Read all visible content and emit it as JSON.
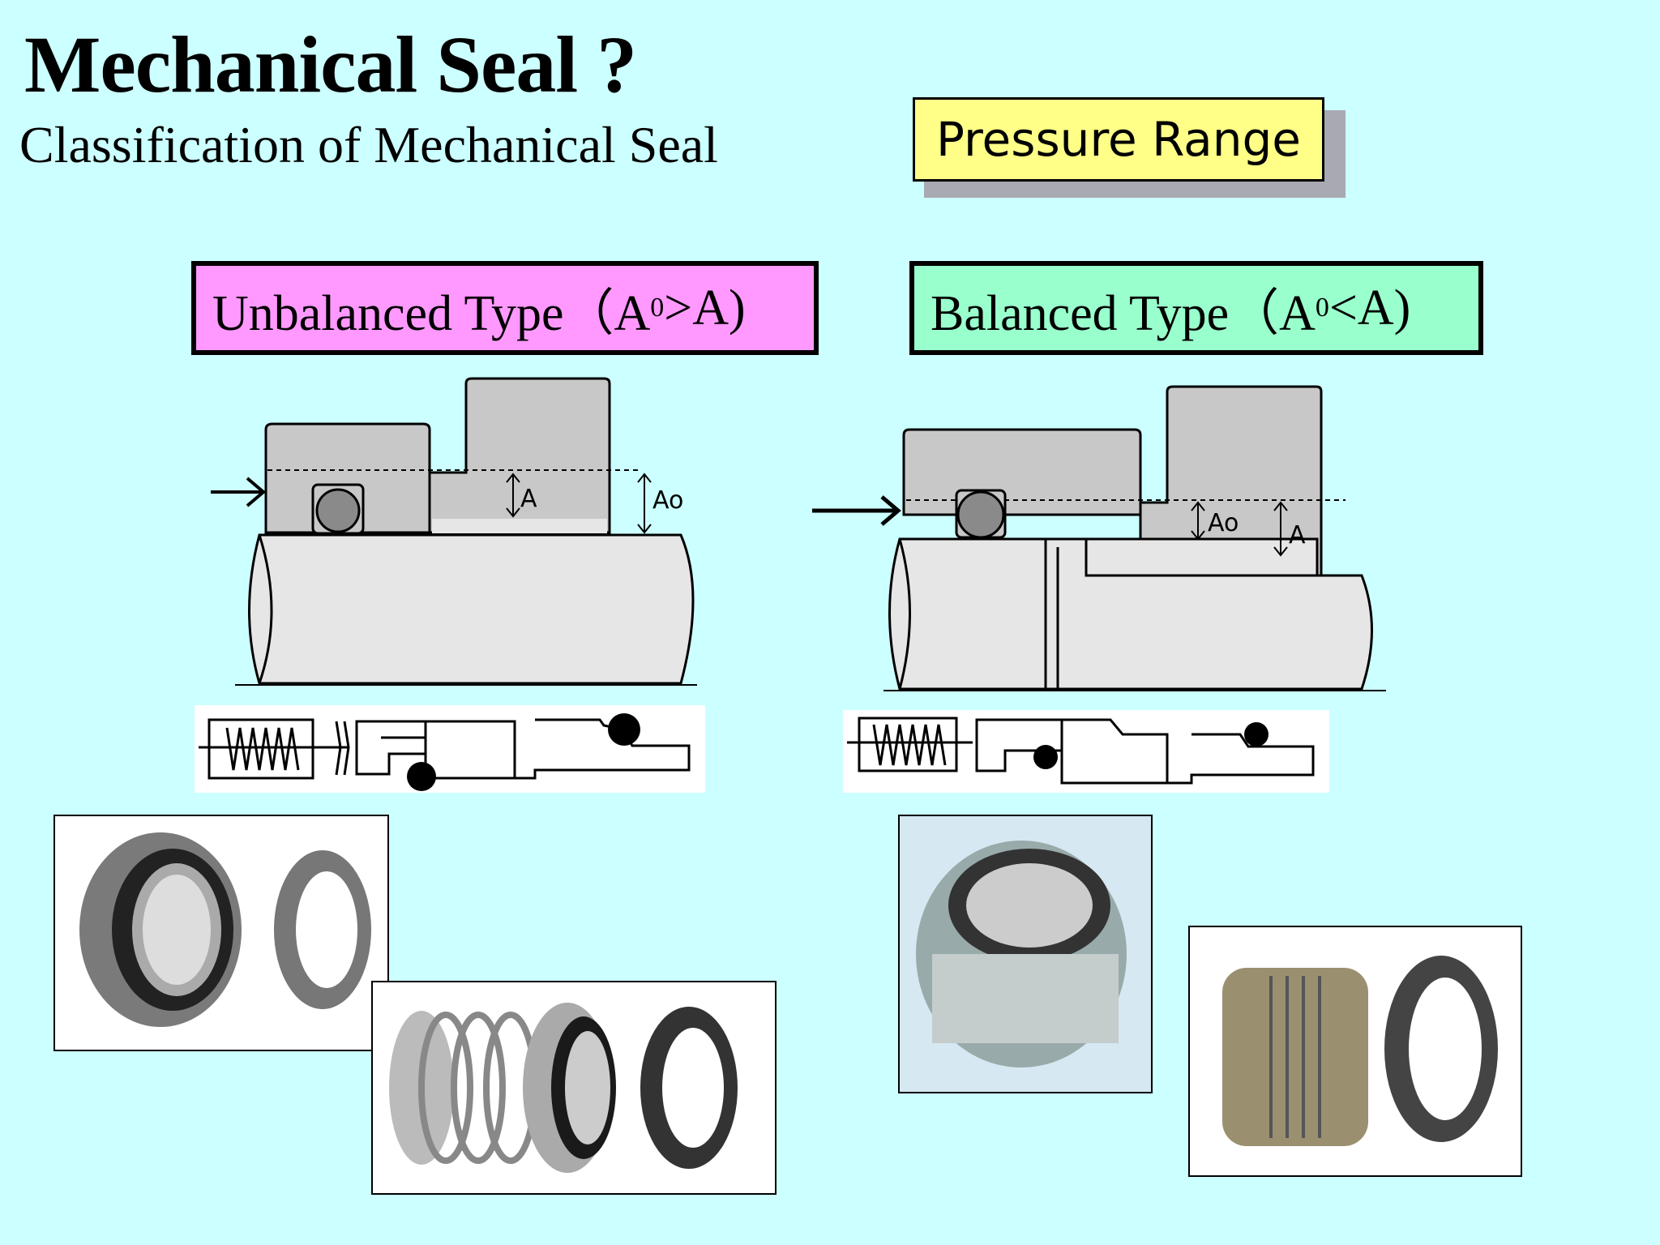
{
  "title": "Mechanical Seal ?",
  "subtitle": "Classification of Mechanical Seal",
  "pressure_label": "Pressure Range",
  "unbalanced": {
    "label": "Unbalanced Type（A",
    "sub": "0",
    "tail": ">A)",
    "color": "#ff99ff",
    "dim_a": "A",
    "dim_ao": "Ao"
  },
  "balanced": {
    "label": "Balanced Type（A",
    "sub": "0",
    "tail": "<A)",
    "color": "#99ffcc",
    "dim_a": "A",
    "dim_ao": "Ao"
  },
  "colors": {
    "background": "#ccffff",
    "pressure_box": "#ffff88",
    "seal_gray": "#c8c8c8",
    "shaft": "#e6e6e6"
  }
}
